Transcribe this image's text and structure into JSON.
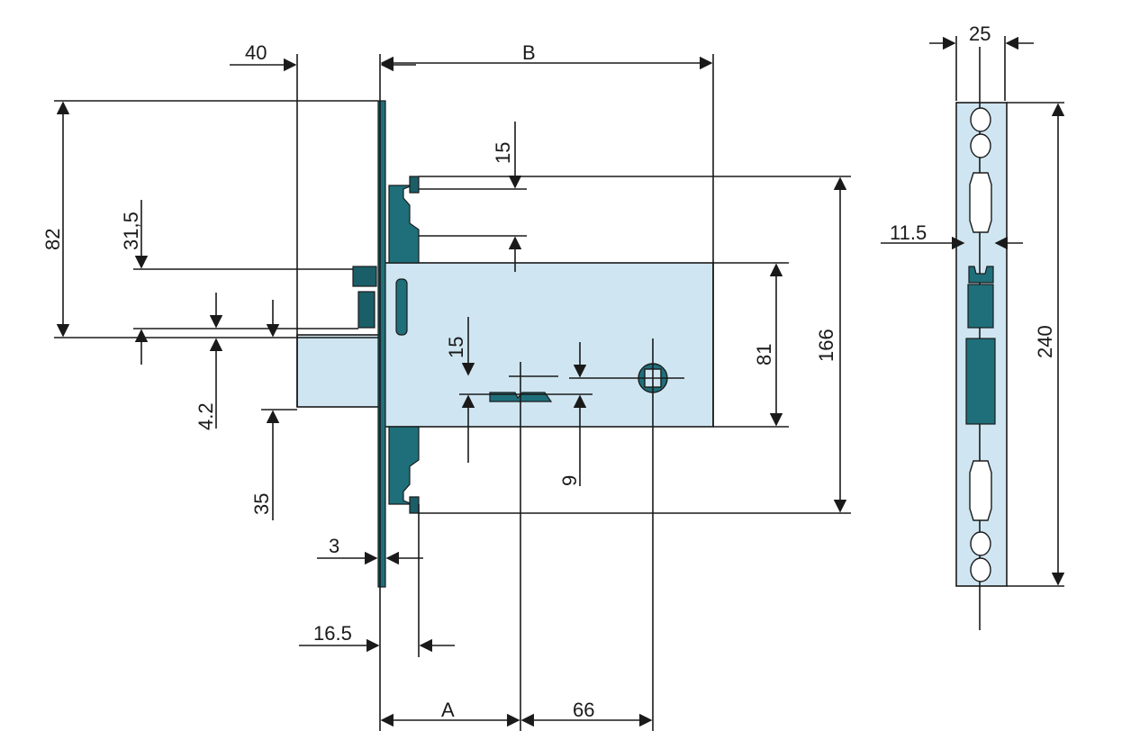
{
  "dimensions": {
    "backset_40": "40",
    "width_B": "B",
    "height_82": "82",
    "offset_31_5": "31,5",
    "offset_4_2": "4.2",
    "offset_35": "35",
    "gap_15_top": "15",
    "gap_15_mid": "15",
    "gap_9": "9",
    "height_81": "81",
    "height_166": "166",
    "plate_3": "3",
    "plate_16_5": "16.5",
    "backset_A": "A",
    "center_66": "66",
    "strike_25": "25",
    "strike_11_5": "11.5",
    "strike_240": "240"
  },
  "colors": {
    "body": "#cfe6f2",
    "faceplate": "#1f6f7a",
    "line": "#1a1a1a"
  }
}
